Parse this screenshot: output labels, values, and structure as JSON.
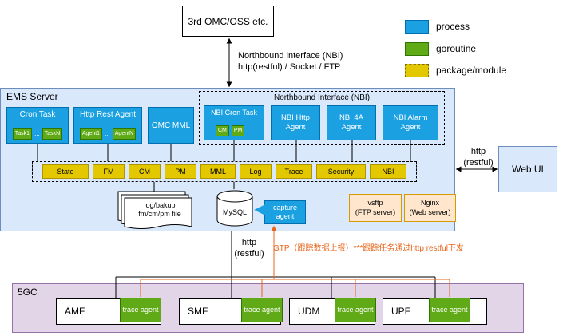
{
  "colors": {
    "process": "#1ba1e2",
    "goroutine": "#60a917",
    "package": "#e3c800",
    "ems_bg": "#dae8fc",
    "fivegc_bg": "#e1d5e7",
    "server_bg": "#ffe6cc",
    "gtp_line": "#e8641b"
  },
  "top_box": {
    "label": "3rd OMC/OSS etc."
  },
  "legend": {
    "process": "process",
    "goroutine": "goroutine",
    "package": "package/module"
  },
  "nbi_link": {
    "line1": "Northbound interface (NBI)",
    "line2": "http(restful) / Socket / FTP"
  },
  "ems": {
    "title": "EMS Server",
    "cron_task": {
      "title": "Cron Task",
      "items": [
        "Task1",
        "...",
        "TaskN"
      ]
    },
    "http_rest_agent": {
      "title": "Http Rest Agent",
      "items": [
        "Agent1",
        "...",
        "AgentN"
      ]
    },
    "omc_mml": "OMC MML",
    "nbi": {
      "title": "Northbound Interface (NBI)",
      "cron_task": {
        "title": "NBI Cron Task",
        "items": [
          "CM",
          "PM",
          "..."
        ]
      },
      "http_agent": "NBI Http Agent",
      "fa_agent": "NBI 4A Agent",
      "alarm_agent": "NBI Alarm Agent"
    },
    "modules": [
      "State",
      "FM",
      "CM",
      "PM",
      "MML",
      "Log",
      "Trace",
      "Security",
      "NBI"
    ],
    "files": {
      "line1": "log/bakup",
      "line2": "fm/cm/pm file"
    },
    "mysql": "MySQL",
    "capture_agent": "capture agent",
    "vsftp": {
      "line1": "vsftp",
      "line2": "(FTP server)"
    },
    "nginx": {
      "line1": "Nginx",
      "line2": "(Web server)"
    }
  },
  "web_ui": {
    "label": "Web UI",
    "link_label_1": "http",
    "link_label_2": "(restful)"
  },
  "south_link": {
    "http1": "http",
    "http2": "(restful)",
    "gtp": "GTP（跟踪数据上报）***跟踪任务通过http restful下发"
  },
  "fivegc": {
    "title": "5GC",
    "nfs": [
      {
        "name": "AMF",
        "agent": "trace agent"
      },
      {
        "name": "SMF",
        "agent": "trace agent"
      },
      {
        "name": "UDM",
        "agent": "trace agent"
      },
      {
        "name": "UPF",
        "agent": "trace agent"
      }
    ]
  }
}
